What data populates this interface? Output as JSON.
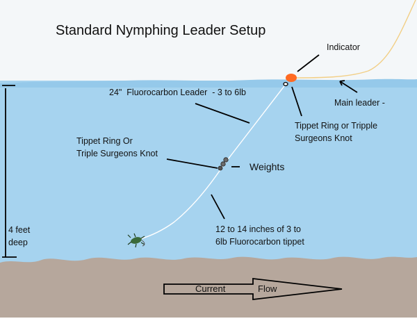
{
  "title": "Standard Nymphing Leader Setup",
  "labels": {
    "indicator": "Indicator",
    "fluorocarbon_leader": "24\"  Fluorocarbon Leader  - 3 to 6lb",
    "main_leader": "Main leader -",
    "tippet_ring_right_line1": "Tippet Ring or Tripple",
    "tippet_ring_right_line2": "Surgeons Knot",
    "tippet_ring_left_line1": "Tippet Ring Or",
    "tippet_ring_left_line2": "Triple Surgeons Knot",
    "weights": "Weights",
    "tippet_line1": "12 to 14 inches of 3 to",
    "tippet_line2": "6lb Fluorocarbon tippet",
    "depth_line1": "4 feet",
    "depth_line2": "deep",
    "current": "Current",
    "flow": "Flow"
  },
  "colors": {
    "sky": "#f4f7f9",
    "water": "#a6d3ef",
    "water_top": "#95c9ea",
    "riverbed": "#b6a79c",
    "indicator": "#ff6a22",
    "main_line": "#f2cf86",
    "leader_line": "#ffffff",
    "fly": "#3b6a3a"
  },
  "icons": {
    "indicator": "orange-float-icon",
    "fly": "nymph-fly-icon",
    "weights": "split-shot-icon"
  }
}
